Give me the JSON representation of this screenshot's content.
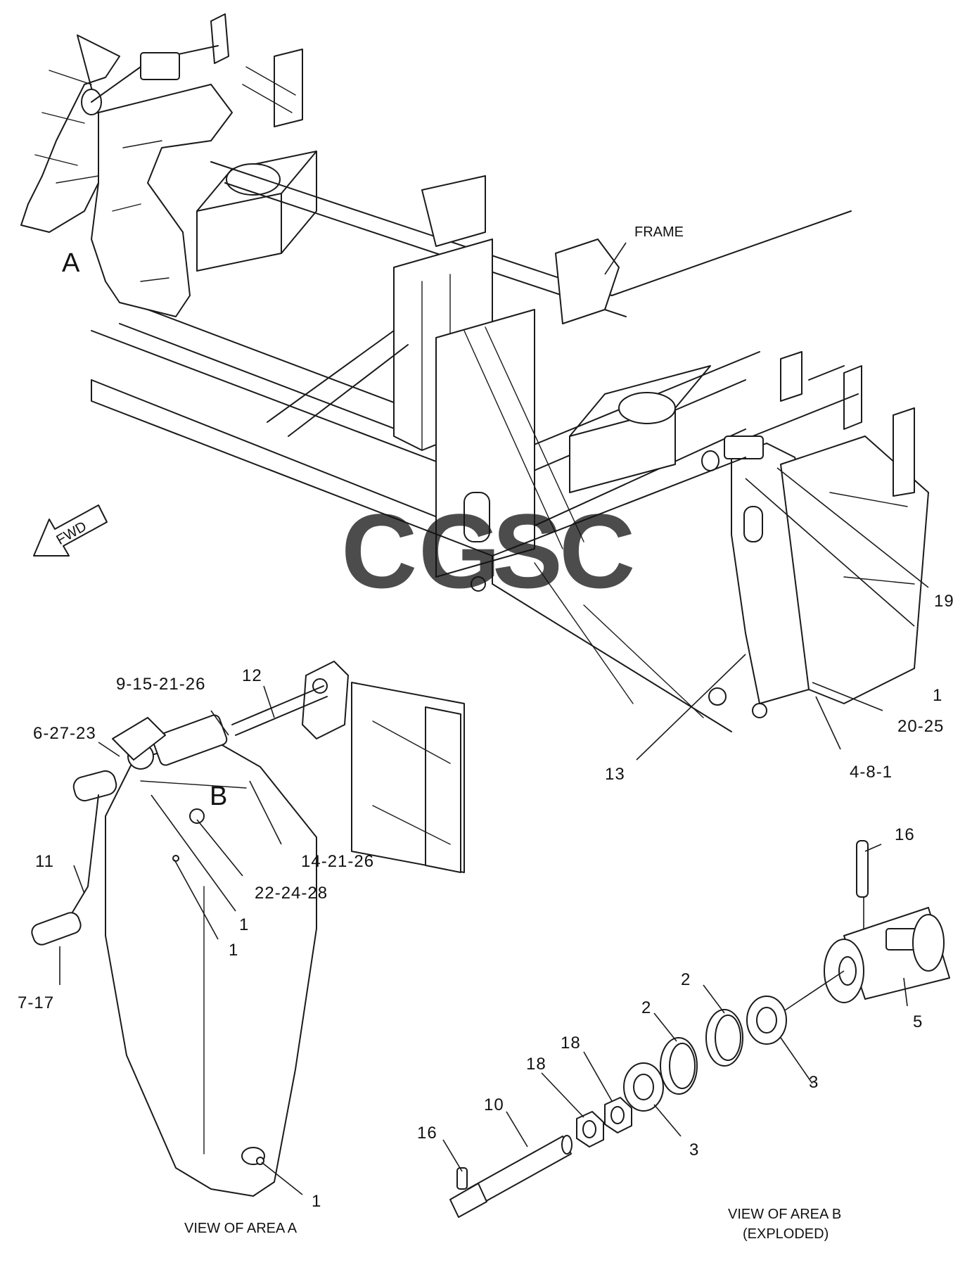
{
  "labels": {
    "frame": "FRAME",
    "area_a": "A",
    "area_b": "B",
    "fwd": "FWD",
    "view_a": "VIEW OF AREA A",
    "view_b_line1": "VIEW OF AREA B",
    "view_b_line2": "(EXPLODED)"
  },
  "callouts": {
    "c19": "19",
    "c1_top": "1",
    "c20_25": "20-25",
    "c4_8_1": "4-8-1",
    "c13": "13",
    "c12": "12",
    "c9_15_21_26": "9-15-21-26",
    "c6_27_23": "6-27-23",
    "c14_21_26": "14-21-26",
    "c22_24_28": "22-24-28",
    "c11": "11",
    "c1_a": "1",
    "c1_b": "1",
    "c7_17": "7-17",
    "c1_bottom": "1",
    "c16_top": "16",
    "c5": "5",
    "c2_a": "2",
    "c2_b": "2",
    "c3_a": "3",
    "c3_b": "3",
    "c18_a": "18",
    "c18_b": "18",
    "c10": "10",
    "c16_bottom": "16"
  },
  "watermark": {
    "letters": [
      "C",
      "G",
      "S",
      "C"
    ],
    "colors": [
      "#4a90e2",
      "#f26b6b",
      "#f5c842",
      "#3aa876"
    ]
  }
}
